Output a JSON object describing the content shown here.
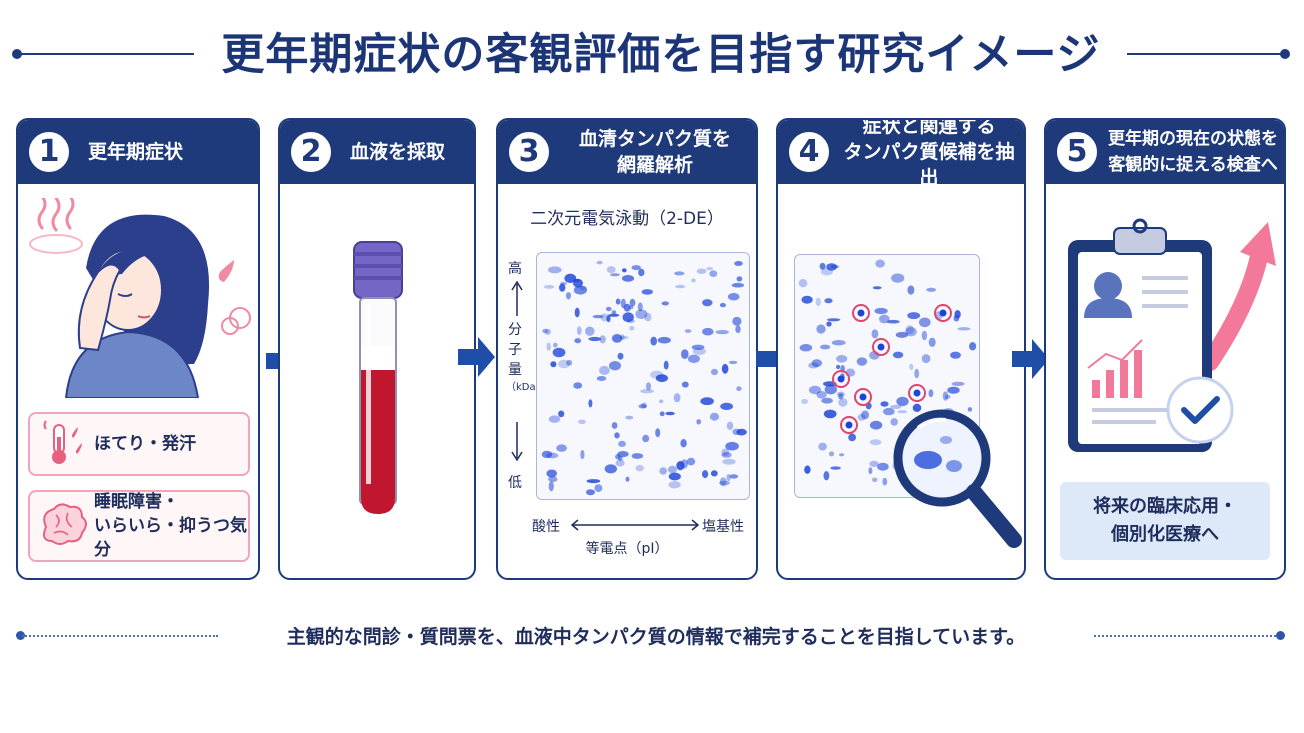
{
  "title": "更年期症状の客観評価を目指す研究イメージ",
  "steps": [
    {
      "number": "1",
      "label": "更年期症状",
      "symptoms": [
        {
          "text": "ほてり・発汗",
          "icon": "thermometer-icon"
        },
        {
          "text_line1": "睡眠障害・",
          "text_line2": "いらいら・抑うつ気分",
          "icon": "brain-icon"
        }
      ]
    },
    {
      "number": "2",
      "label": "血液を採取"
    },
    {
      "number": "3",
      "label_line1": "血清タンパク質を",
      "label_line2": "網羅解析",
      "gel_title": "二次元電気泳動（2-DE）",
      "axis": {
        "y_high": "高",
        "y_label": "分子量",
        "y_unit": "（kDa）",
        "y_low": "低",
        "x_left": "酸性",
        "x_right": "塩基性",
        "x_label": "等電点（pI）"
      }
    },
    {
      "number": "4",
      "label_line1": "症状と関連する",
      "label_line2": "タンパク質候補を抽出"
    },
    {
      "number": "5",
      "label_line1": "更年期の現在の状態を",
      "label_line2": "客観的に捉える検査へ",
      "future_line1": "将来の臨床応用・",
      "future_line2": "個別化医療へ"
    }
  ],
  "footer": "主観的な問診・質問票を、血液中タンパク質の情報で補完することを目指しています。",
  "colors": {
    "navy": "#1e3a7b",
    "pink": "#f0a6b8",
    "blood": "#c0172f",
    "cap": "#7466c4",
    "spot": "#1d44d6"
  }
}
